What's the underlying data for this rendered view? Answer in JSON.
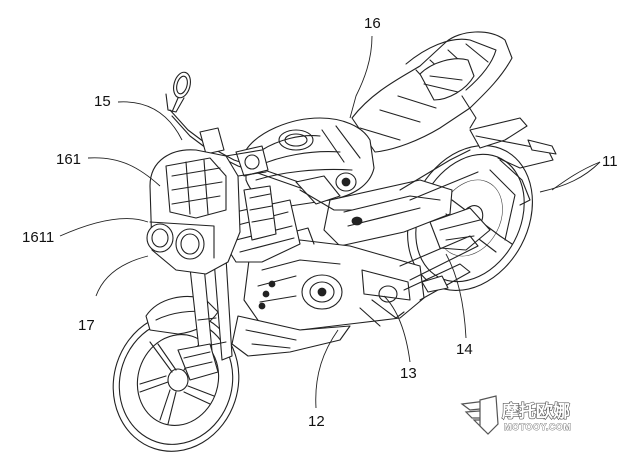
{
  "callouts": [
    {
      "id": "16",
      "text": "16"
    },
    {
      "id": "15",
      "text": "15"
    },
    {
      "id": "161",
      "text": "161"
    },
    {
      "id": "1611",
      "text": "1611"
    },
    {
      "id": "11",
      "text": "11"
    },
    {
      "id": "17",
      "text": "17"
    },
    {
      "id": "14",
      "text": "14"
    },
    {
      "id": "13",
      "text": "13"
    },
    {
      "id": "12",
      "text": "12"
    }
  ],
  "watermark": {
    "brand_cn": "摩托欧娜",
    "brand_en": "MOTOOY.COM",
    "logo_icon": "wing-shield-logo-icon"
  }
}
